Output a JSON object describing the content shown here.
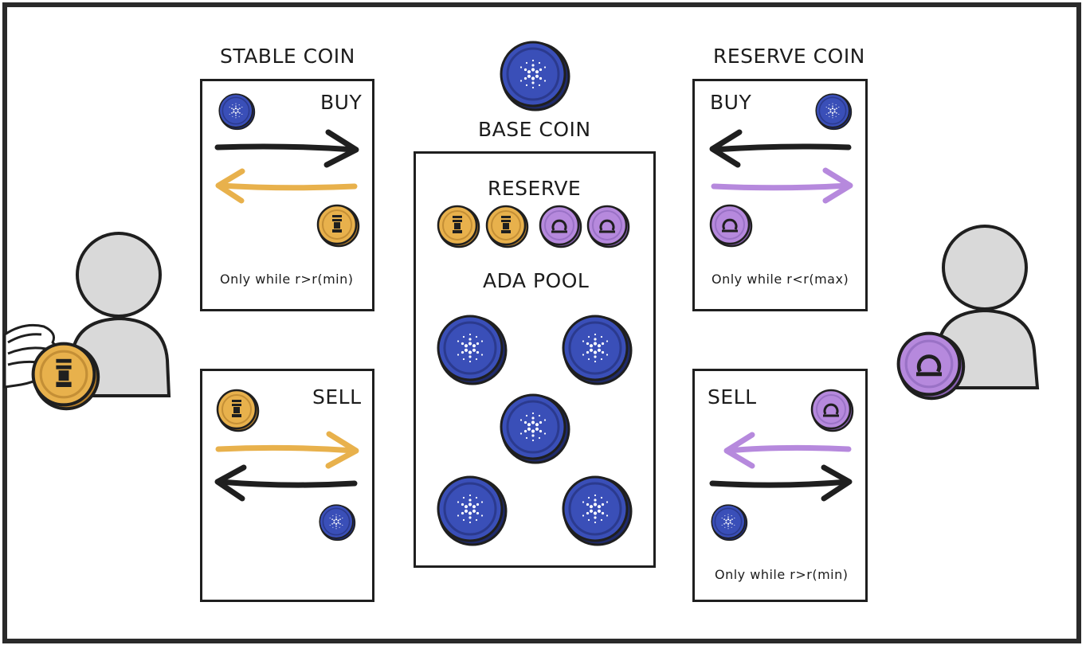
{
  "stable_coin": {
    "title": "STABLE COIN",
    "buy": {
      "label": "BUY",
      "condition": "Only while r>r(min)"
    },
    "sell": {
      "label": "SELL",
      "condition": ""
    }
  },
  "base_coin": {
    "title": "BASE COIN",
    "reserve_label": "RESERVE",
    "pool_label": "ADA POOL"
  },
  "reserve_coin": {
    "title": "RESERVE COIN",
    "buy": {
      "label": "BUY",
      "condition": "Only while r<r(max)"
    },
    "sell": {
      "label": "SELL",
      "condition": "Only while r>r(min)"
    }
  },
  "colors": {
    "ada_blue": "#3a4fb8",
    "stable_gold": "#e8b14c",
    "reserve_purple": "#b689dd",
    "ink": "#1f1f1f",
    "person_gray": "#d9d9d9"
  },
  "icons": {
    "base": "ada-coin-icon",
    "stable": "stable-coin-icon",
    "reserve": "reserve-coin-icon",
    "user": "user-icon"
  }
}
